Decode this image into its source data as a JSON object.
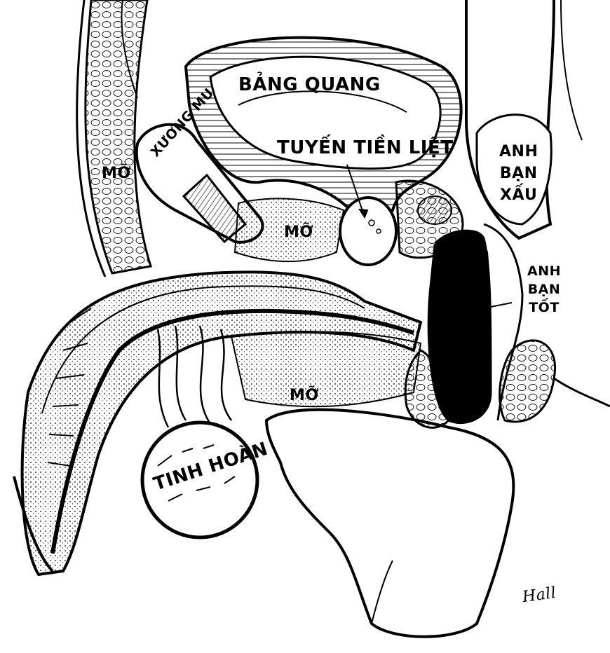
{
  "labels": {
    "bang_quang": "BẢNG QUANG",
    "tuyen_tien_liet": "TUYẾN TIỀN LIỆT",
    "xuong_mu": "XƯƠNG MU",
    "mo_left": "MỠ",
    "mo_center": "MỠ",
    "mo_lower": "MỠ",
    "anh_ban_xau": [
      "ANH",
      "BẠN",
      "XẤU"
    ],
    "anh_ban_tot": [
      "ANH",
      "BẠN",
      "TỐT"
    ],
    "tinh_hoan": "TINH HOÀN",
    "signature": "Hall"
  },
  "colors": {
    "ink": "#000000",
    "paper": "#ffffff"
  }
}
